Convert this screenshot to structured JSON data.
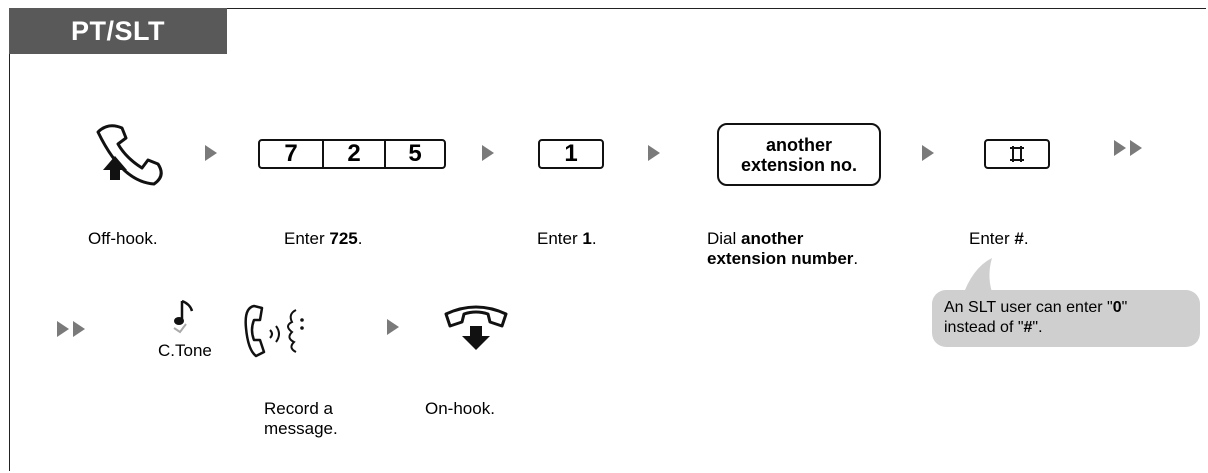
{
  "header": {
    "tag": "PT/SLT"
  },
  "steps": {
    "offhook_label": "Off-hook.",
    "enter_725_prefix": "Enter ",
    "enter_725_bold": "725",
    "enter_725_suffix": ".",
    "keys_725": [
      "7",
      "2",
      "5"
    ],
    "key_1": "1",
    "enter_1_prefix": "Enter ",
    "enter_1_bold": "1",
    "enter_1_suffix": ".",
    "ext_box_line1": "another",
    "ext_box_line2": "extension no.",
    "dial_prefix": "Dial ",
    "dial_bold_1": "another",
    "dial_bold_2": "extension number",
    "dial_suffix": ".",
    "hash_key": "⌑",
    "enter_hash_prefix": "Enter ",
    "enter_hash_bold": "#",
    "enter_hash_suffix": ".",
    "ctone_label": "C.Tone",
    "record_line1": "Record a",
    "record_line2": "message.",
    "onhook_label": "On-hook."
  },
  "note": {
    "prefix": "An SLT user can enter \"",
    "bold_0": "0",
    "middle": "\"",
    "line2_prefix": "instead of \"",
    "bold_hash": "#",
    "line2_suffix": "\"."
  },
  "colors": {
    "tag_bg": "#595959",
    "arrow": "#7a7a7a",
    "bubble": "#cfcfcf"
  },
  "icons": [
    "offhook-handset-icon",
    "music-note-icon",
    "record-voice-icon",
    "onhook-handset-icon",
    "hash-key-icon"
  ]
}
